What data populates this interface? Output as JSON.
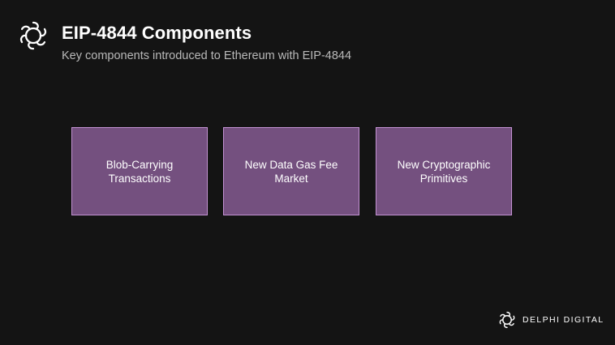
{
  "header": {
    "title": "EIP-4844 Components",
    "subtitle": "Key components introduced to Ethereum with EIP-4844"
  },
  "components": [
    {
      "label": "Blob-Carrying Transactions"
    },
    {
      "label": "New Data Gas Fee Market"
    },
    {
      "label": "New Cryptographic Primitives"
    }
  ],
  "footer": {
    "brand": "DELPHI DIGITAL"
  },
  "colors": {
    "background": "#141414",
    "box_fill": "#74507f",
    "box_border": "#c392d3",
    "subtitle_text": "#b9b9b9"
  },
  "icons": {
    "header_logo": "delphi-logo-icon",
    "footer_logo": "delphi-logo-icon"
  }
}
